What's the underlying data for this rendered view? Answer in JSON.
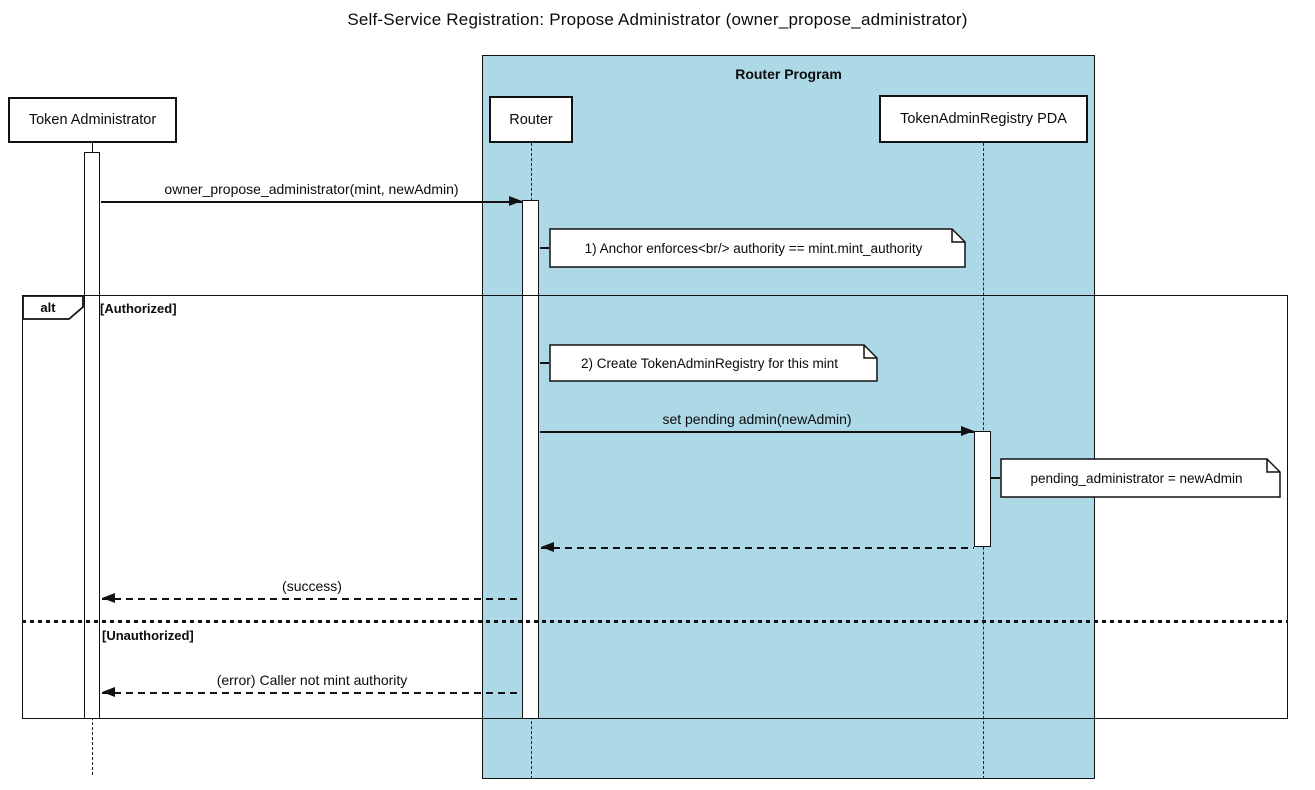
{
  "diagram": {
    "title": "Self-Service Registration: Propose Administrator (owner_propose_administrator)",
    "container": {
      "label": "Router Program",
      "fill": "#ADD8E6"
    },
    "participants": [
      {
        "id": "token-administrator",
        "label": "Token Administrator"
      },
      {
        "id": "router",
        "label": "Router"
      },
      {
        "id": "registry-pda",
        "label": "TokenAdminRegistry PDA"
      }
    ],
    "alt": {
      "operator": "alt",
      "guards": [
        "[Authorized]",
        "[Unauthorized]"
      ]
    },
    "messages": [
      {
        "label": "owner_propose_administrator(mint, newAdmin)",
        "type": "solid-call",
        "from": "Token Administrator",
        "to": "Router"
      },
      {
        "label": "set pending admin(newAdmin)",
        "type": "solid-call",
        "from": "Router",
        "to": "TokenAdminRegistry PDA"
      },
      {
        "label": "",
        "type": "dashed-return",
        "from": "TokenAdminRegistry PDA",
        "to": "Router"
      },
      {
        "label": "(success)",
        "type": "dashed-return",
        "from": "Router",
        "to": "Token Administrator"
      },
      {
        "label": "(error) Caller not mint authority",
        "type": "dashed-return",
        "from": "Router",
        "to": "Token Administrator"
      }
    ],
    "notes": [
      {
        "text": "1) Anchor enforces<br/> authority == mint.mint_authority"
      },
      {
        "text": "2) Create TokenAdminRegistry for this mint"
      },
      {
        "text": "pending_administrator = newAdmin"
      }
    ]
  }
}
